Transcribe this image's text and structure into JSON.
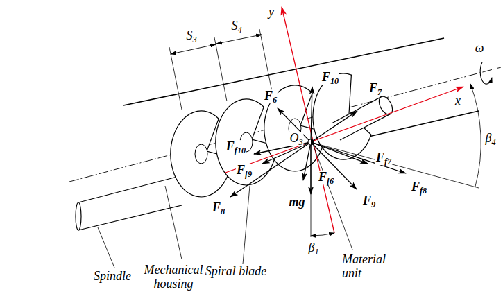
{
  "diagram": {
    "labels": [
      "S3",
      "S4",
      "y",
      "x",
      "ω",
      "F10",
      "F6",
      "F7",
      "O3",
      "Ff10",
      "Ff9",
      "Ff6",
      "F8",
      "mg",
      "Ff7",
      "Ff8",
      "F9",
      "β4",
      "β1",
      "Spindle",
      "Mechanical housing",
      "Spiral blade",
      "Material unit"
    ]
  }
}
